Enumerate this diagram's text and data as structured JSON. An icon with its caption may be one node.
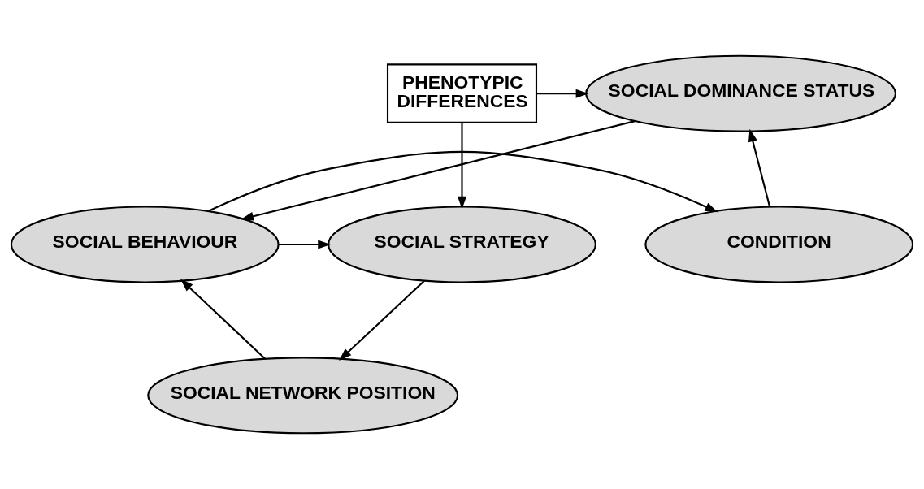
{
  "diagram": {
    "nodes": [
      {
        "text": [
          "PHENOTYPIC DIFFERENCES"
        ]
      },
      {
        "text": [
          "SOCIAL DOMINANCE STATUS"
        ]
      },
      {
        "text": [
          "SOCIAL STRATEGY"
        ]
      },
      {
        "text": [
          "SOCIAL BEHAVIOUR"
        ]
      },
      {
        "text": [
          "CONDITION"
        ]
      },
      {
        "text": [
          "SOCIAL NETWORK POSITION"
        ]
      }
    ],
    "edges": [
      {
        "from": 0,
        "to": 1,
        "arrow": "to"
      },
      {
        "from": 0,
        "to": 2,
        "arrow": "to"
      },
      {
        "from": 1,
        "to": 3,
        "arrow": "to"
      },
      {
        "from": 3,
        "to": 2,
        "arrow": "to"
      },
      {
        "from": 3,
        "to": 4,
        "arrow": "to"
      },
      {
        "from": 4,
        "to": 1,
        "arrow": "to"
      },
      {
        "from": 2,
        "to": 5,
        "arrow": "to"
      },
      {
        "from": 5,
        "to": 3,
        "arrow": "to"
      }
    ]
  }
}
